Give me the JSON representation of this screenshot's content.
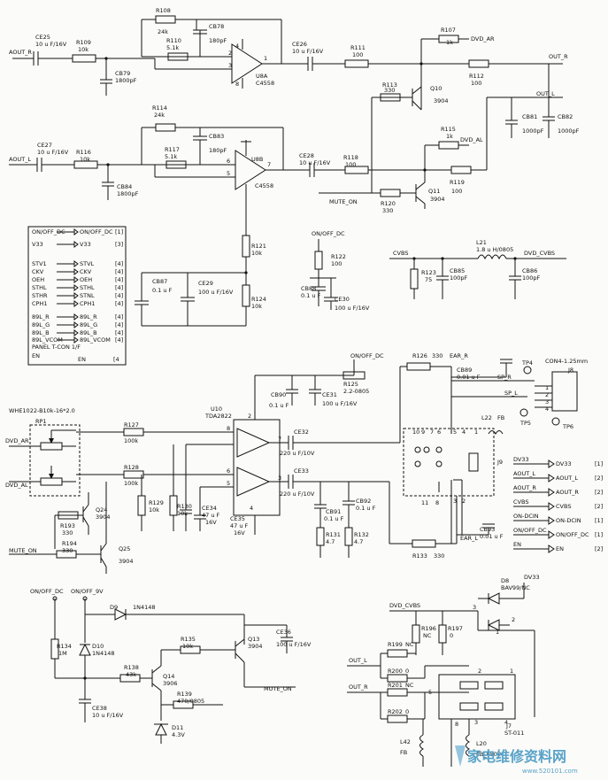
{
  "op_amp_stage": {
    "u8a": {
      "ref": "U8A",
      "part": "C4558",
      "pins": [
        "4",
        "2",
        "3",
        "8",
        "1"
      ]
    },
    "u8b": {
      "ref": "U8B",
      "part": "C4558",
      "pins": [
        "6",
        "5",
        "7"
      ]
    },
    "nets": {
      "aout_r": "AOUT_R",
      "aout_l": "AOUT_L"
    },
    "parts": {
      "ce25": [
        "CE25",
        "10 u F/16V"
      ],
      "r109": [
        "R109",
        "10k"
      ],
      "cb79": [
        "CB79",
        "1800pF"
      ],
      "r108": [
        "R108",
        "24k"
      ],
      "r110": [
        "R110",
        "5.1k"
      ],
      "cb78": [
        "CB78",
        "180pF"
      ],
      "ce26": [
        "CE26",
        "10 u F/16V"
      ],
      "r111": [
        "R111",
        "100"
      ],
      "r114": [
        "R114",
        "24k"
      ],
      "r117": [
        "R117",
        "5.1k"
      ],
      "cb83": [
        "CB83",
        "180pF"
      ],
      "ce27": [
        "CE27",
        "10 u F/16V"
      ],
      "r116": [
        "R116",
        "10k"
      ],
      "cb84": [
        "CB84",
        "1800pF"
      ],
      "ce28": [
        "CE28",
        "10 u F/16V"
      ],
      "r118": [
        "R118",
        "100"
      ],
      "r121": [
        "R121",
        "10k"
      ],
      "r124": [
        "R124",
        "10k"
      ],
      "cb87": [
        "CB87",
        "0.1 u F"
      ],
      "ce29": [
        "CE29",
        "100 u F/16V"
      ]
    }
  },
  "output_switch": {
    "nets": {
      "dvd_ar": "DVD_AR",
      "dvd_al": "DVD_AL",
      "out_r": "OUT_R",
      "out_l": "OUT_L",
      "mute_on": "MUTE_ON",
      "on_off_dc": "ON/OFF_DC"
    },
    "parts": {
      "r107": [
        "R107",
        "1k"
      ],
      "r112": [
        "R112",
        "100"
      ],
      "r113": [
        "R113",
        "330"
      ],
      "q10": [
        "Q10",
        "3904"
      ],
      "cb81": [
        "CB81",
        "1000pF"
      ],
      "cb82": [
        "CB82",
        "1000pF"
      ],
      "r115": [
        "R115",
        "1k"
      ],
      "r119": [
        "R119",
        "100"
      ],
      "r120": [
        "R120",
        "330"
      ],
      "q11": [
        "Q11",
        "3904"
      ],
      "r122": [
        "R122",
        "100"
      ],
      "cb88": [
        "CB88",
        "0.1 u F"
      ],
      "ce30": [
        "CE30",
        "100 u F/16V"
      ]
    }
  },
  "connector_box": {
    "rows": [
      {
        "pin": "ON/OFF_DC",
        "net": "ON/OFF_DC",
        "page": "[1]"
      },
      {
        "pin": "V33",
        "net": "V33",
        "page": "[3]"
      },
      {
        "pin": "STV1",
        "net": "STVL",
        "page": "[4]"
      },
      {
        "pin": "CKV",
        "net": "CKV",
        "page": "[4]"
      },
      {
        "pin": "OEH",
        "net": "OEH",
        "page": "[4]"
      },
      {
        "pin": "STHL",
        "net": "STHL",
        "page": "[4]"
      },
      {
        "pin": "STHR",
        "net": "STNL",
        "page": "[4]"
      },
      {
        "pin": "CPH1",
        "net": "CPH1",
        "page": "[4]"
      },
      {
        "pin": "89L_R",
        "net": "89L_R",
        "page": "[4]"
      },
      {
        "pin": "89L_G",
        "net": "89L_G",
        "page": "[4]"
      },
      {
        "pin": "89L_B",
        "net": "89L_B",
        "page": "[4]"
      },
      {
        "pin": "89L_VCOM",
        "net": "89L_VCOM",
        "page": "[4]"
      }
    ],
    "panel": "PANEL T-CON 1/F",
    "en_pin": "EN",
    "en_net": "EN",
    "en_page": "[4"
  },
  "cvbs_filter": {
    "net_in": "CVBS",
    "net_out": "DVD_CVBS",
    "parts": {
      "l21": [
        "L21",
        "1.8 u H/0805"
      ],
      "r123": [
        "R123",
        "75"
      ],
      "cb85": [
        "CB85",
        "100pF"
      ],
      "cb86": [
        "CB86",
        "100pF"
      ]
    }
  },
  "amplifier": {
    "u10": {
      "ref": "U10",
      "part": "TDA2822",
      "pins": [
        "2",
        "8",
        "6",
        "5",
        "7",
        "3",
        "4"
      ]
    },
    "on_off_dc": "ON/OFF_DC",
    "parts": {
      "rp1": [
        "RP1",
        "WHE1022-B10k-16*2.0"
      ],
      "r127": [
        "R127",
        "100k"
      ],
      "r128": [
        "R128",
        "100k"
      ],
      "r125": [
        "R125",
        "2.2-0805"
      ],
      "cb90": [
        "CB90",
        "0.1 u F"
      ],
      "ce31": [
        "CE31",
        "100 u F/16V"
      ],
      "ce32": [
        "CE32",
        "220 u F/10V"
      ],
      "ce33": [
        "CE33",
        "220 u F/10V"
      ],
      "r129": [
        "R129",
        "10k"
      ],
      "r130": [
        "R130",
        "10k"
      ],
      "ce34": [
        "CE34",
        "47 u F",
        "16V"
      ],
      "ce35": [
        "CE35",
        "47 u F",
        "16V"
      ],
      "cb91": [
        "CB91",
        "0.1 u F"
      ],
      "cb92": [
        "CB92",
        "0.1 u F"
      ],
      "r131": [
        "R131",
        "4.7"
      ],
      "r132": [
        "R132",
        "4.7"
      ],
      "q24": [
        "Q24",
        "3904"
      ],
      "q25": [
        "Q25",
        "3904"
      ],
      "r193": [
        "R193",
        "330"
      ],
      "r194": [
        "R194",
        "330"
      ]
    },
    "nets": {
      "dvd_ar": "DVD_AR",
      "dvd_al": "DVD_AL",
      "mute_on": "MUTE_ON"
    }
  },
  "earphone": {
    "parts": {
      "r126": [
        "R126",
        "330"
      ],
      "cb89": [
        "CB89",
        "0.01 u F"
      ],
      "r133": [
        "R133",
        "330"
      ],
      "cb93": [
        "CB93",
        "0.01 u F"
      ],
      "l22": [
        "L22",
        "FB"
      ],
      "j8": [
        "J8",
        "CON4-1.25mm"
      ],
      "j9": "J9"
    },
    "nets": {
      "ear_r": "EAR_R",
      "ear_l": "EAR_L",
      "sp_r": "SP_R",
      "sp_l": "SP_L"
    },
    "tps": [
      "TP4",
      "TP5",
      "TP6"
    ],
    "j8_pins": [
      "1",
      "2",
      "3",
      "4"
    ],
    "j9_pins": [
      "10",
      "9",
      "7",
      "6",
      "5",
      "4",
      "1",
      "11",
      "8",
      "3",
      "2"
    ]
  },
  "signal_table": {
    "rows": [
      {
        "net": "DV33",
        "target": "DV33",
        "page": "[1]"
      },
      {
        "net": "AOUT_L",
        "target": "AOUT_L",
        "page": "[2]"
      },
      {
        "net": "AOUT_R",
        "target": "AOUT_R",
        "page": "[2]"
      },
      {
        "net": "CVBS",
        "target": "CVBS",
        "page": "[2]"
      },
      {
        "net": "ON-DCIN",
        "target": "ON-DCIN",
        "page": "[1]"
      },
      {
        "net": "ON/OFF_DC",
        "target": "ON/OFF_DC",
        "page": "[1]"
      },
      {
        "net": "EN",
        "target": "EN",
        "page": "[2]"
      }
    ]
  },
  "mute_circuit": {
    "nets": {
      "on_off_dc": "ON/OFF_DC",
      "on_off_9v": "ON/OFF_9V",
      "mute_on": "MUTE_ON"
    },
    "parts": {
      "d9": [
        "D9",
        "1N4148"
      ],
      "r134": [
        "R134",
        "1M"
      ],
      "d10": [
        "D10",
        "1N4148"
      ],
      "r135": [
        "R135",
        "10k"
      ],
      "q13": [
        "Q13",
        "3904"
      ],
      "ce36": [
        "CE36",
        "100 u F/16V"
      ],
      "r138": [
        "R138",
        "43k"
      ],
      "q14": [
        "Q14",
        "3906"
      ],
      "r139": [
        "R139",
        "470/0805"
      ],
      "ce38": [
        "CE38",
        "10 u F/16V"
      ],
      "d11": [
        "D11",
        "4.3V"
      ]
    }
  },
  "av_out": {
    "nets": {
      "dvd_cvbs": "DVD_CVBS",
      "out_l": "OUT_L",
      "out_r": "OUT_R",
      "dv33": "DV33"
    },
    "parts": {
      "d8": [
        "D8",
        "BAV99/NC"
      ],
      "r196": [
        "R196",
        "NC"
      ],
      "r197": [
        "R197",
        "0"
      ],
      "r199": [
        "R199",
        "NC"
      ],
      "r200": [
        "R200",
        "0"
      ],
      "r201": [
        "R201",
        "NC"
      ],
      "r202": [
        "R202",
        "0"
      ],
      "l42": [
        "L42",
        "FB"
      ],
      "l20": [
        "L20",
        "FB_0805"
      ],
      "j7": [
        "J7",
        "ST-011"
      ]
    },
    "pins": [
      "3",
      "2",
      "1",
      "2",
      "1",
      "5",
      "3",
      "4",
      "8"
    ]
  },
  "watermark": {
    "cn": "家电维修资料网",
    "url": "www.520101.com"
  }
}
